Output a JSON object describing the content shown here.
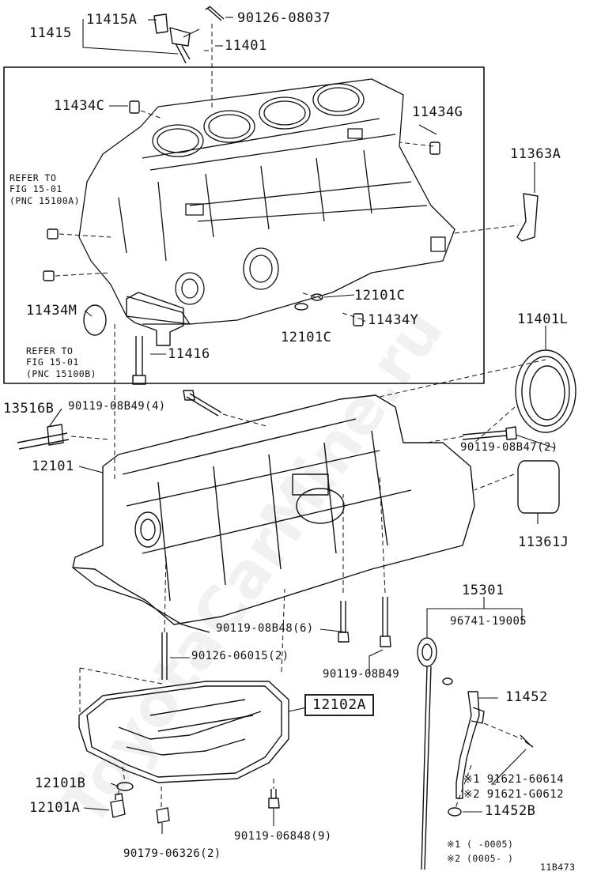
{
  "watermark": "ToyotaCarMine.ru",
  "figure_id": "11B473",
  "labels": {
    "p11415A": "11415A",
    "p11415": "11415",
    "p90126_08037": "90126-08037",
    "p11401": "11401",
    "p11434C": "11434C",
    "p11434G": "11434G",
    "p11363A": "11363A",
    "refer1_l1": "REFER TO",
    "refer1_l2": "FIG 15-01",
    "refer1_l3": "(PNC 15100A)",
    "p11434M": "11434M",
    "p12101C_a": "12101C",
    "p11434Y": "11434Y",
    "p12101C_b": "12101C",
    "p11416": "11416",
    "refer2_l1": "REFER TO",
    "refer2_l2": "FIG 15-01",
    "refer2_l3": "(PNC 15100B)",
    "p11401L": "11401L",
    "p13516B": "13516B",
    "p90119_08B49_4": "90119-08B49(4)",
    "p12101": "12101",
    "p90119_08B47_2": "90119-08B47(2)",
    "p11361J": "11361J",
    "p15301": "15301",
    "p96741_19005": "96741-19005",
    "p90119_08B48_6": "90119-08B48(6)",
    "p90126_06015_2": "90126-06015(2)",
    "p90119_08B49": "90119-08B49",
    "p12102A": "12102A",
    "p11452": "11452",
    "p91621_60614": "※1 91621-60614",
    "p91621_G0612": "※2 91621-G0612",
    "p12101B": "12101B",
    "p11452B": "11452B",
    "p12101A": "12101A",
    "p90119_06848_9": "90119-06848(9)",
    "p90179_06326_2": "90179-06326(2)",
    "note1": "※1 (       -0005)",
    "note2": "※2 (0005-       )"
  }
}
